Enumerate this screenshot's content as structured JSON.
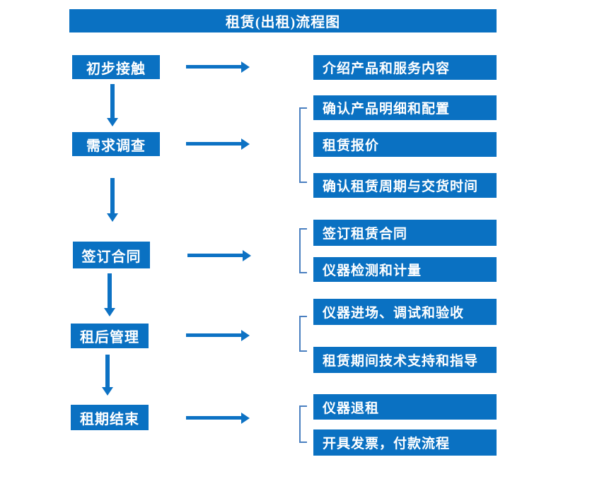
{
  "title": "租赁(出租)流程图",
  "colors": {
    "box_fill": "#0a71c2",
    "arrow": "#0d72c4",
    "bracket": "#4a7fc0",
    "text": "#ffffff",
    "background": "#ffffff"
  },
  "flow": {
    "steps": [
      {
        "label": "初步接触",
        "details": [
          "介绍产品和服务内容"
        ],
        "bracket": false
      },
      {
        "label": "需求调查",
        "details": [
          "确认产品明细和配置",
          "租赁报价",
          "确认租赁周期与交货时间"
        ],
        "bracket": true
      },
      {
        "label": "签订合同",
        "details": [
          "签订租赁合同",
          "仪器检测和计量"
        ],
        "bracket": true
      },
      {
        "label": "租后管理",
        "details": [
          "仪器进场、调试和验收",
          "租赁期间技术支持和指导"
        ],
        "bracket": true
      },
      {
        "label": "租期结束",
        "details": [
          "仪器退租",
          "开具发票，付款流程"
        ],
        "bracket": true
      }
    ]
  }
}
